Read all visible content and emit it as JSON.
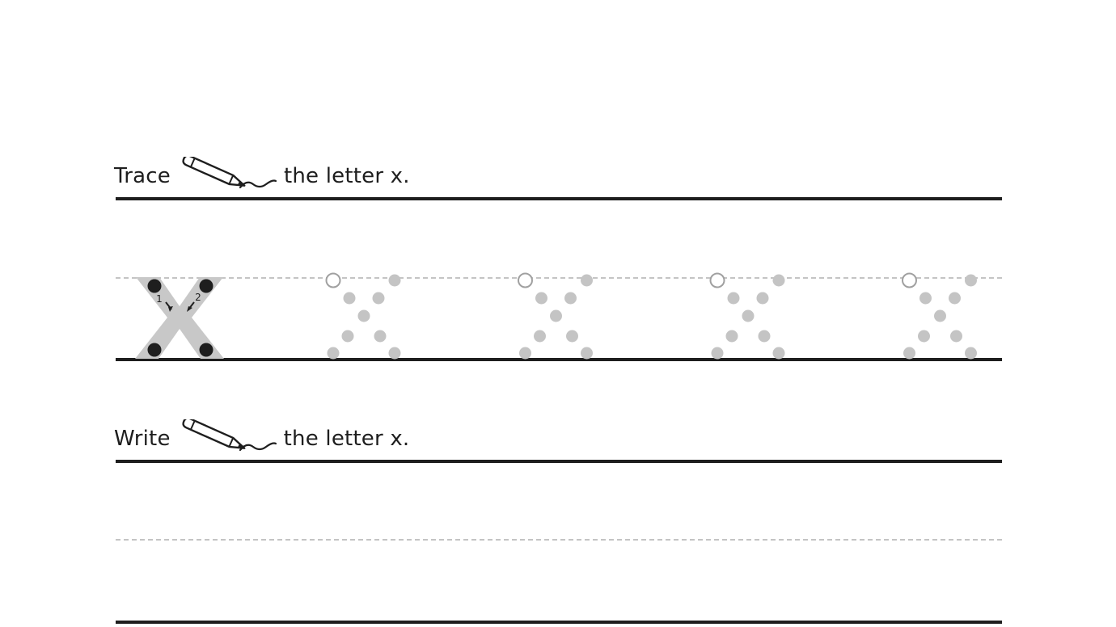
{
  "worksheet": {
    "trace_section": {
      "verb": "Trace",
      "rest": "the letter x.",
      "pencil_icon": "pencil-icon",
      "model_letter": {
        "letter": "x",
        "stroke_numbers": [
          "1",
          "2"
        ]
      },
      "practice_letter_count": 4
    },
    "write_section": {
      "verb": "Write",
      "rest": "the letter x.",
      "pencil_icon": "pencil-icon"
    },
    "colors": {
      "ink": "#1e1e1e",
      "guide_gray": "#c4c4c4",
      "letter_gray": "#c8c8c8",
      "dot_gray": "#c4c4c4",
      "start_circle": "#a0a0a0"
    }
  }
}
